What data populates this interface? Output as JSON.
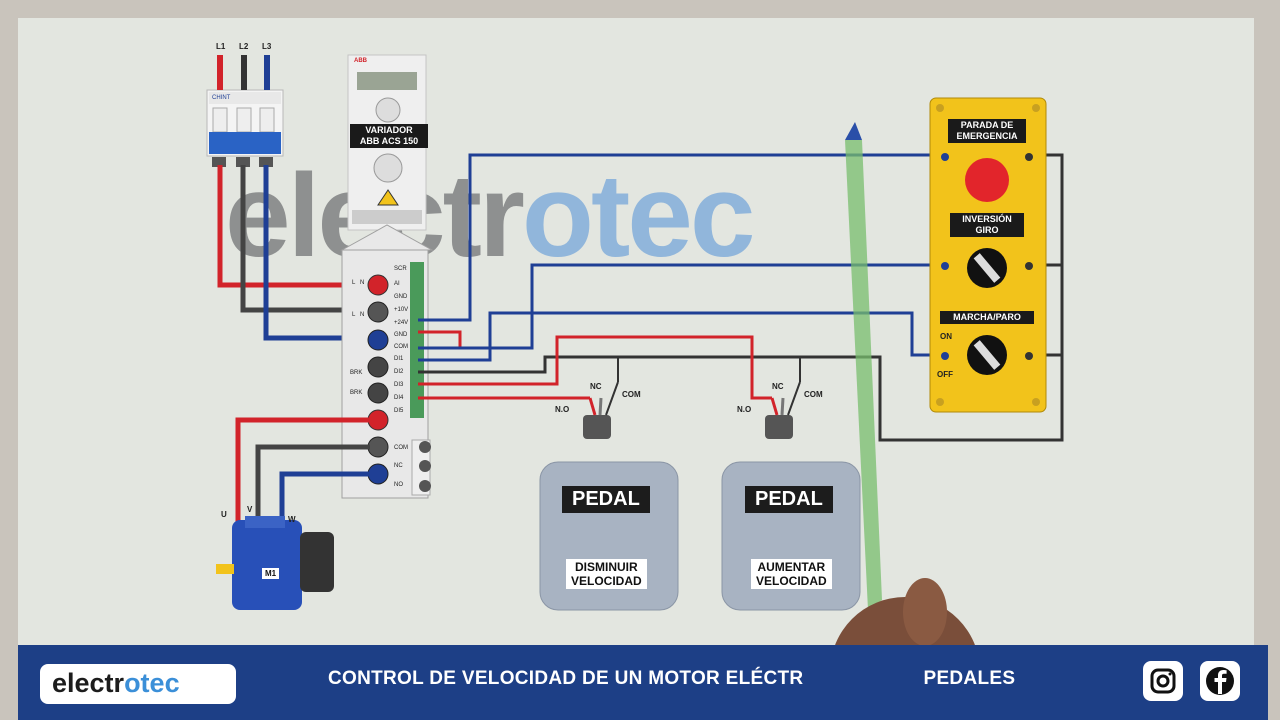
{
  "diagram": {
    "phases": [
      "L1",
      "L2",
      "L3"
    ],
    "breaker_brand": "CHINT",
    "drive_brand": "ABB",
    "drive_label_line1": "VARIADOR",
    "drive_label_line2": "ABB ACS 150",
    "terminals_power": [
      "L",
      "N",
      "L",
      "N",
      "BRK",
      "BRK"
    ],
    "terminals_control": [
      "SCR",
      "AI",
      "GND",
      "+10V",
      "+24V",
      "GND",
      "COM",
      "DI1",
      "DI2",
      "DI3",
      "DI4",
      "DI5"
    ],
    "terminals_relay": [
      "COM",
      "NC",
      "NO"
    ],
    "motor_label": "M1",
    "motor_terminals": [
      "U",
      "V",
      "W"
    ],
    "emergency_label_line1": "PARADA DE",
    "emergency_label_line2": "EMERGENCIA",
    "inversion_label_line1": "INVERSIÓN",
    "inversion_label_line2": "GIRO",
    "marcha_label": "MARCHA/PARO",
    "on_label": "ON",
    "off_label": "OFF",
    "pedal1": {
      "label": "PEDAL",
      "sub_line1": "DISMINUIR",
      "sub_line2": "VELOCIDAD",
      "nc": "NC",
      "no": "N.O",
      "com": "COM"
    },
    "pedal2": {
      "label": "PEDAL",
      "sub_line1": "AUMENTAR",
      "sub_line2": "VELOCIDAD",
      "nc": "NC",
      "no": "N.O",
      "com": "COM"
    },
    "watermark_dark1": "elec",
    "watermark_dark2": "tr",
    "watermark_blue": "otec"
  },
  "footer": {
    "logo_dark": "electr",
    "logo_blue": "otec",
    "title": "CONTROL DE VELOCIDAD DE UN MOTOR ELÉCTR",
    "title_end": "PEDALES",
    "icons": [
      "instagram-icon",
      "facebook-icon"
    ]
  },
  "colors": {
    "wire_red": "#d2232a",
    "wire_blue": "#1f3f95",
    "wire_dark": "#333333",
    "panel_yellow": "#f2c31b",
    "footer_blue": "#1d3f86",
    "brand_blue": "#3b8fd8"
  }
}
